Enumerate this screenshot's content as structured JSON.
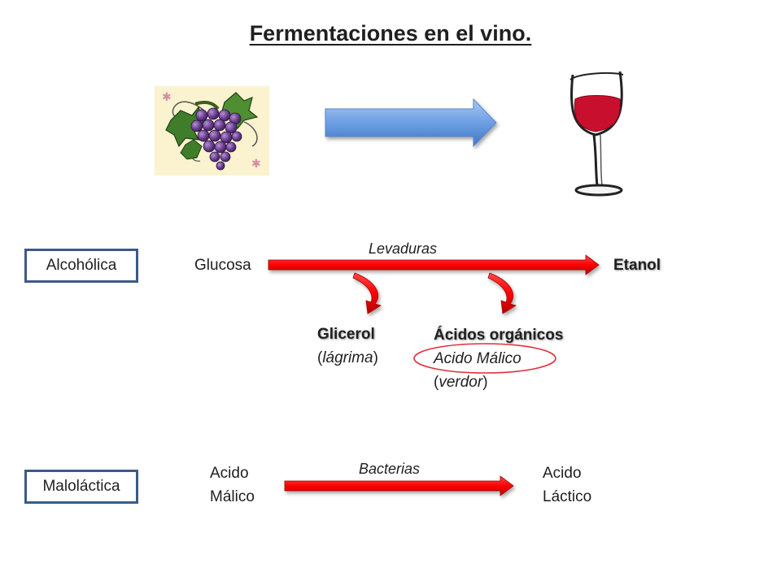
{
  "title": "Fermentaciones en el vino.",
  "colors": {
    "arrow_red": "#ff0000",
    "arrow_blue": "#6d9fe3",
    "box_border": "#3b5a8a",
    "wine": "#c8102e",
    "grape": "#6a3d8f",
    "leaf": "#3f7d2a",
    "clipart_bg": "#fbf3cf"
  },
  "icons": {
    "grapes": "grapes-clipart-icon",
    "wine_glass": "wine-glass-icon"
  },
  "alcoholic": {
    "label": "Alcohólica",
    "substrate": "Glucosa",
    "agent": "Levaduras",
    "product": "Etanol",
    "byproduct1": {
      "name": "Glicerol",
      "note_open": "(",
      "note": "lágrima",
      "note_close": ")"
    },
    "byproduct2": {
      "name": "Ácidos orgánicos",
      "example": "Acido Málico",
      "note_open": "(",
      "note": "verdor",
      "note_close": ")"
    }
  },
  "malolactic": {
    "label": "Maloláctica",
    "substrate_line1": "Acido",
    "substrate_line2": "Málico",
    "agent": "Bacterias",
    "product_line1": "Acido",
    "product_line2": "Láctico"
  }
}
